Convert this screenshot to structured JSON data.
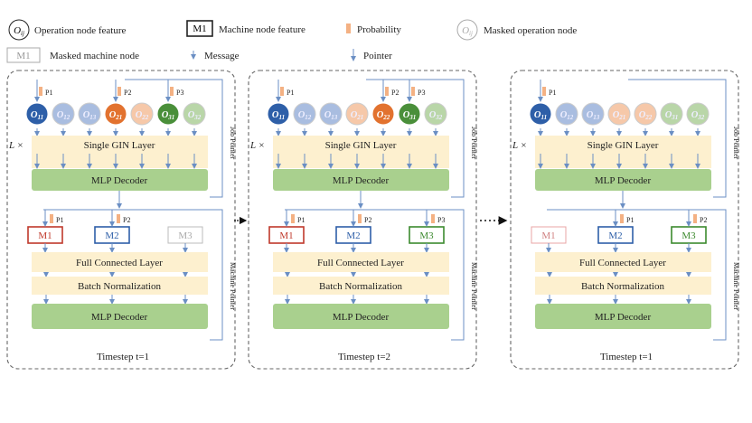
{
  "legend": {
    "op_feature_symbol": "O",
    "op_feature_sub": "ij",
    "op_feature": "Operation node feature",
    "machine_feature_symbol": "M1",
    "machine_feature": "Machine node feature",
    "probability": "Probability",
    "masked_op_symbol": "O",
    "masked_op_sub": "ij",
    "masked_op": "Masked operation node",
    "masked_machine_symbol": "M1",
    "masked_machine": "Masked machine node",
    "message": "Message",
    "pointer": "Pointer"
  },
  "layers": {
    "gin": "Single GIN Layer",
    "mlp": "MLP Decoder",
    "fc": "Full Connected Layer",
    "bn": "Batch Normalization",
    "repeat": "L ×",
    "job_pointer": "Job Pointer",
    "machine_pointer": "Machine Pointer"
  },
  "colors": {
    "o11": "#2e5fa8",
    "o12": "#a9bde0",
    "o13": "#a9bde0",
    "o21": "#e2722f",
    "o22": "#f6c8a9",
    "o31": "#4a8f3a",
    "o32": "#b9d6a8",
    "m_selected": "#c0392b",
    "m_blue": "#2e5fa8",
    "m_green": "#3c8a2e",
    "m_masked": "#bbbbbb",
    "gin": "#fdf0cf",
    "mlp": "#a9d08e",
    "arrow": "#6b8fc4",
    "prob": "#f4b183"
  },
  "panels": [
    {
      "timestep": "Timestep t=1",
      "ops": [
        {
          "base": "O",
          "sub": "11",
          "state": "o11"
        },
        {
          "base": "O",
          "sub": "12",
          "state": "o12"
        },
        {
          "base": "O",
          "sub": "13",
          "state": "o13"
        },
        {
          "base": "O",
          "sub": "21",
          "state": "o21"
        },
        {
          "base": "O",
          "sub": "22",
          "state": "o22"
        },
        {
          "base": "O",
          "sub": "31",
          "state": "o31"
        },
        {
          "base": "O",
          "sub": "32",
          "state": "o32"
        }
      ],
      "op_probs": [
        {
          "label": "P1",
          "at": 0
        },
        {
          "label": "P2",
          "at": 3
        },
        {
          "label": "P3",
          "at": 5
        }
      ],
      "machines": [
        {
          "label": "M1",
          "state": "m_selected"
        },
        {
          "label": "M2",
          "state": "m_blue"
        },
        {
          "label": "M3",
          "state": "m_masked"
        }
      ],
      "machine_probs": [
        {
          "label": "P1",
          "at": 0
        },
        {
          "label": "P2",
          "at": 1
        }
      ]
    },
    {
      "timestep": "Timestep t=2",
      "ops": [
        {
          "base": "O",
          "sub": "11",
          "state": "o11"
        },
        {
          "base": "O",
          "sub": "12",
          "state": "o12"
        },
        {
          "base": "O",
          "sub": "13",
          "state": "o13"
        },
        {
          "base": "O",
          "sub": "21",
          "state": "o22"
        },
        {
          "base": "O",
          "sub": "22",
          "state": "o21"
        },
        {
          "base": "O",
          "sub": "31",
          "state": "o31"
        },
        {
          "base": "O",
          "sub": "32",
          "state": "o32"
        }
      ],
      "op_probs": [
        {
          "label": "P1",
          "at": 0
        },
        {
          "label": "P2",
          "at": 4
        },
        {
          "label": "P3",
          "at": 5
        }
      ],
      "machines": [
        {
          "label": "M1",
          "state": "m_selected"
        },
        {
          "label": "M2",
          "state": "m_blue"
        },
        {
          "label": "M3",
          "state": "m_green"
        }
      ],
      "machine_probs": [
        {
          "label": "P1",
          "at": 0
        },
        {
          "label": "P2",
          "at": 1
        },
        {
          "label": "P3",
          "at": 2
        }
      ]
    },
    {
      "timestep": "Timestep t=1",
      "ops": [
        {
          "base": "O",
          "sub": "11",
          "state": "o11"
        },
        {
          "base": "O",
          "sub": "12",
          "state": "o12"
        },
        {
          "base": "O",
          "sub": "13",
          "state": "o13"
        },
        {
          "base": "O",
          "sub": "21",
          "state": "o22"
        },
        {
          "base": "O",
          "sub": "22",
          "state": "o22"
        },
        {
          "base": "O",
          "sub": "31",
          "state": "o32"
        },
        {
          "base": "O",
          "sub": "32",
          "state": "o32"
        }
      ],
      "op_probs": [
        {
          "label": "P1",
          "at": 0
        }
      ],
      "machines": [
        {
          "label": "M1",
          "state": "m_masked_red"
        },
        {
          "label": "M2",
          "state": "m_blue"
        },
        {
          "label": "M3",
          "state": "m_green"
        }
      ],
      "machine_probs": [
        {
          "label": "P1",
          "at": 1
        },
        {
          "label": "P2",
          "at": 2
        }
      ]
    }
  ]
}
